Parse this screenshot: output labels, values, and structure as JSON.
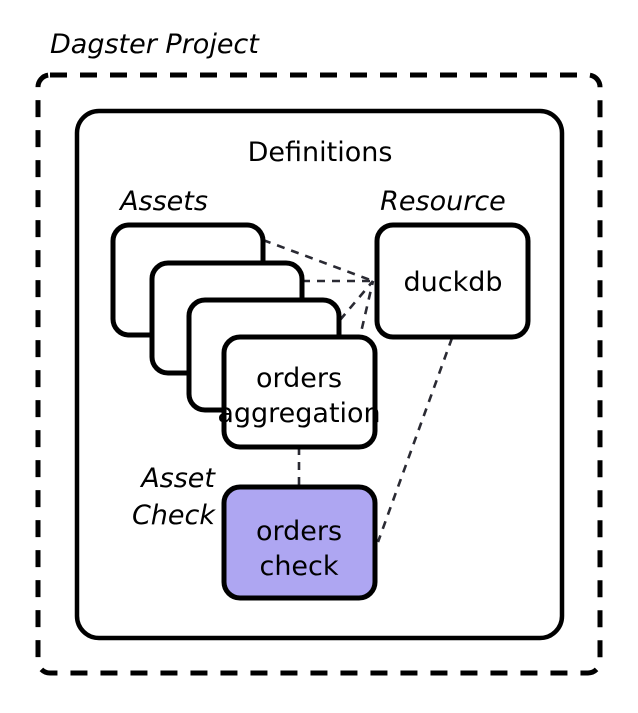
{
  "diagram": {
    "title": "Dagster Project",
    "container_label": "Definitions",
    "groups": {
      "assets_label": "Assets",
      "resource_label": "Resource",
      "asset_check_label": "Asset Check",
      "asset_check_label_line1": "Asset",
      "asset_check_label_line2": "Check"
    },
    "nodes": {
      "asset_stack": [
        {
          "id": "asset-card-1",
          "label": ""
        },
        {
          "id": "asset-card-2",
          "label": ""
        },
        {
          "id": "asset-card-3",
          "label": ""
        },
        {
          "id": "asset-card-4",
          "label_line1": "orders",
          "label_line2": "aggregation"
        }
      ],
      "resource": {
        "id": "resource-duckdb",
        "label": "duckdb"
      },
      "asset_check": {
        "id": "asset-check-orders",
        "label_line1": "orders",
        "label_line2": "check"
      }
    },
    "colors": {
      "asset_check_fill": "#AEA6F2",
      "node_fill": "#FFFFFF",
      "stroke": "#000000",
      "edge": "#2A2A33",
      "background": "#FFFFFF"
    },
    "edges": [
      {
        "from": "asset-card-1",
        "to": "resource-duckdb",
        "style": "dashed"
      },
      {
        "from": "asset-card-2",
        "to": "resource-duckdb",
        "style": "dashed"
      },
      {
        "from": "asset-card-3",
        "to": "resource-duckdb",
        "style": "dashed"
      },
      {
        "from": "asset-card-4",
        "to": "resource-duckdb",
        "style": "dashed"
      },
      {
        "from": "asset-card-4",
        "to": "asset-check-orders",
        "style": "dashed"
      },
      {
        "from": "resource-duckdb",
        "to": "asset-check-orders",
        "style": "dashed"
      }
    ]
  }
}
